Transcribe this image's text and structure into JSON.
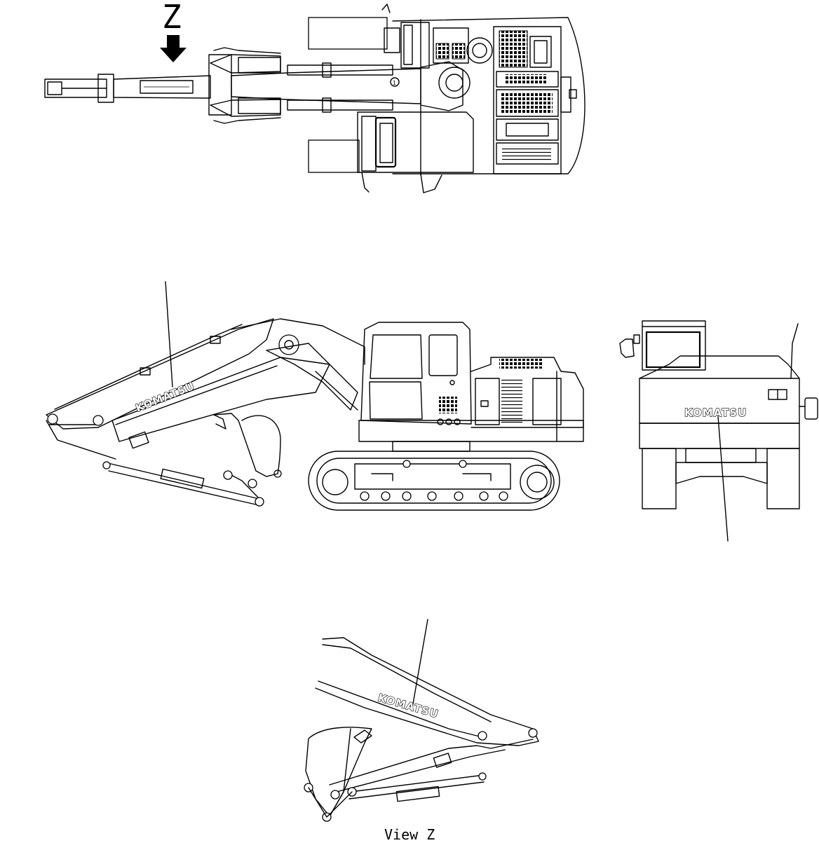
{
  "view_marker": {
    "letter": "Z"
  },
  "decal_brand": "KOMATSU",
  "view_caption": "View Z",
  "views": [
    {
      "id": "top-view"
    },
    {
      "id": "side-view"
    },
    {
      "id": "rear-view"
    },
    {
      "id": "view-z-detail"
    }
  ]
}
